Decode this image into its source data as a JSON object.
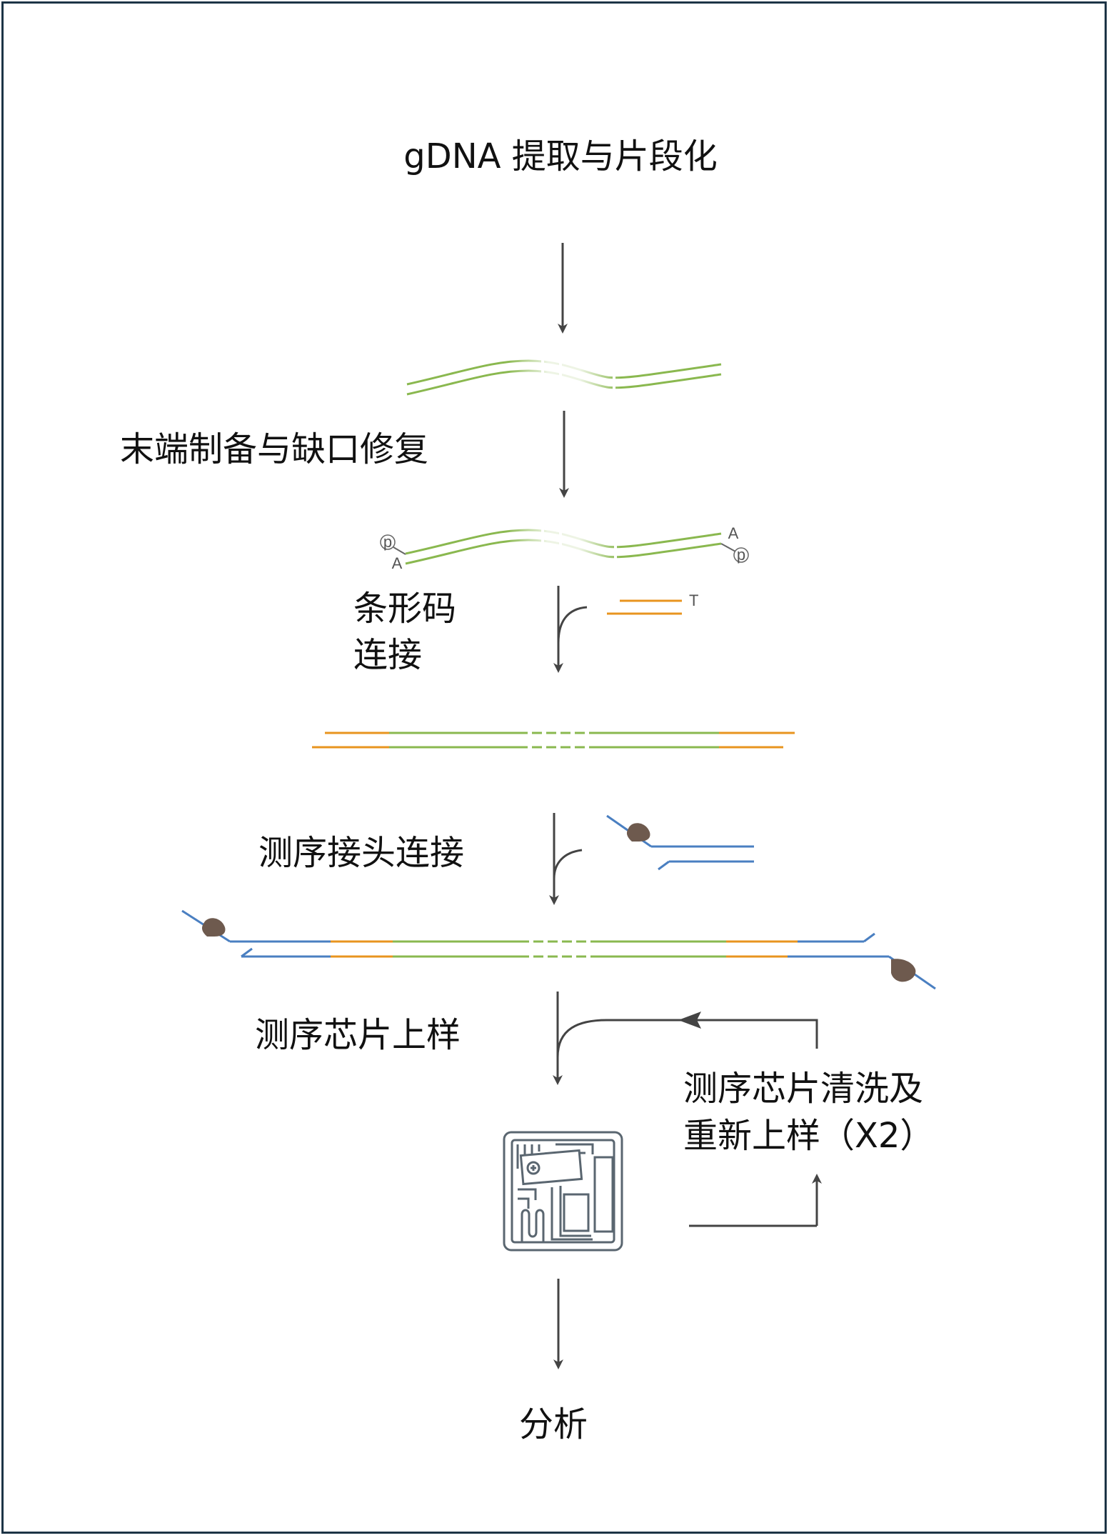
{
  "steps": {
    "extraction": "gDNA 提取与片段化",
    "end_prep": "末端制备与缺口修复",
    "barcode_line1": "条形码",
    "barcode_line2": "连接",
    "adapter": "测序接头连接",
    "load": "测序芯片上样",
    "wash_line1": "测序芯片清洗及",
    "wash_line2": "重新上样（X2）",
    "analysis": "分析"
  },
  "molecule_labels": {
    "phosphate": "p",
    "a_tail": "A",
    "t_overhang": "T"
  },
  "colors": {
    "dna": "#8ab84f",
    "barcode": "#e8941f",
    "adapter": "#4a7fc1",
    "motor": "#6e5a4e",
    "arrow": "#444444",
    "frame": "#1d3446",
    "chip": "#5a6670"
  },
  "icons": [
    "flow-cell-chip-icon",
    "motor-protein-icon"
  ]
}
